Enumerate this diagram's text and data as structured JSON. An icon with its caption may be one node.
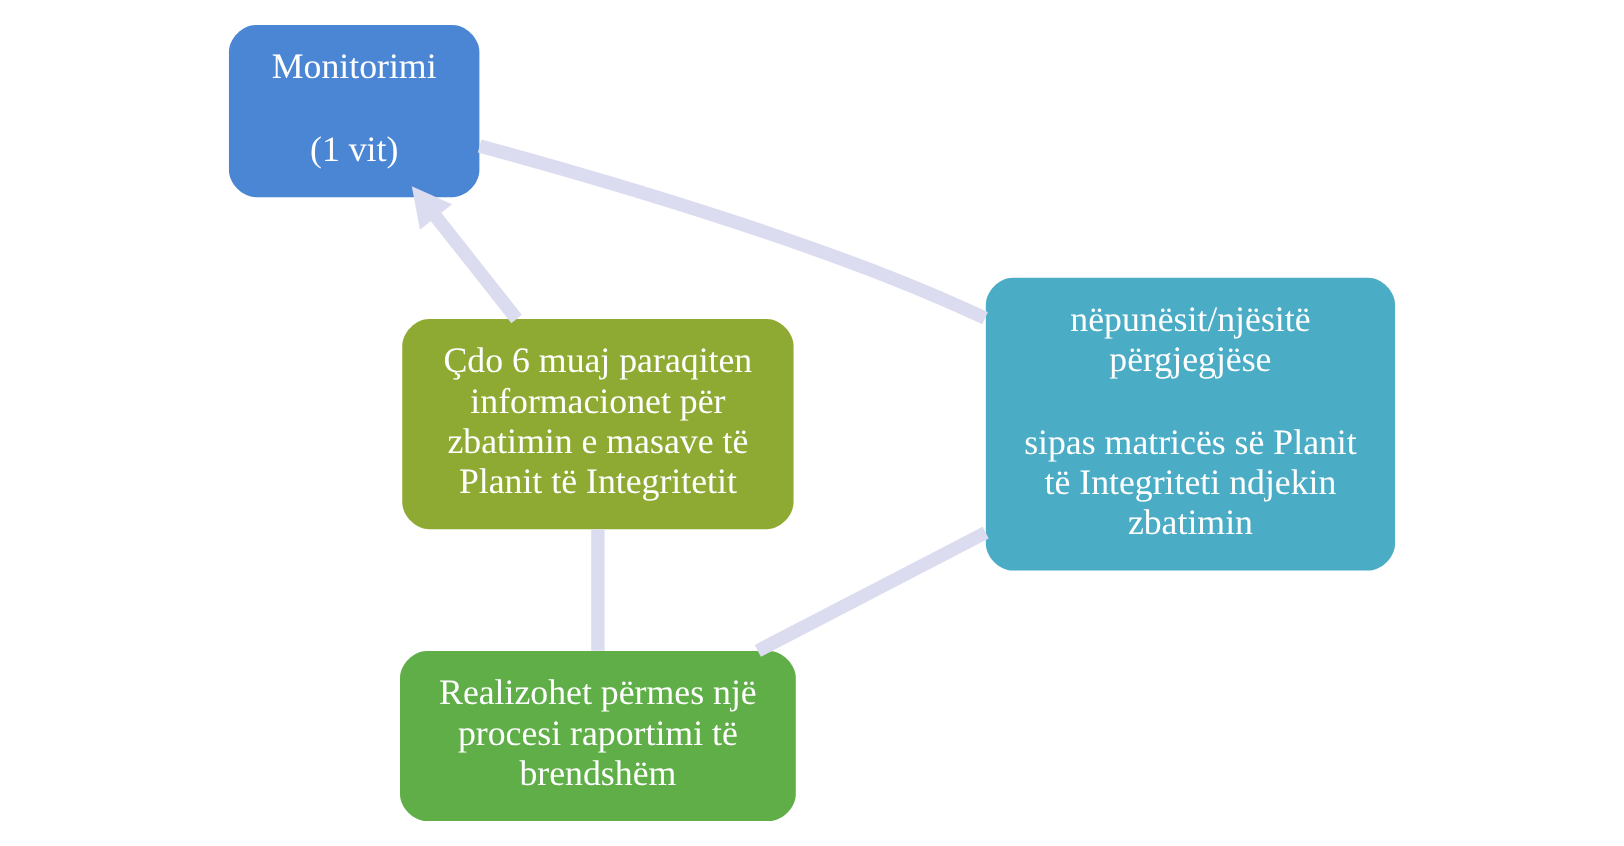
{
  "diagram": {
    "nodes": [
      {
        "text": [
          "Monitorimi",
          "(1 vit)"
        ]
      },
      {
        "text": [
          "nëpunësit/njësitë përgjegjëse",
          "sipas matricës së Planit të Integriteti ndjekin zbatimin"
        ]
      },
      {
        "text": [
          "Realizohet përmes një procesi raportimi të brendshëm"
        ]
      },
      {
        "text": [
          "Çdo 6 muaj paraqiten informacionet për zbatimin e masave të Planit të Integritetit"
        ]
      }
    ],
    "edges": [
      {
        "from": 0,
        "to": 1,
        "arrow": "none"
      },
      {
        "from": 1,
        "to": 2,
        "arrow": "none"
      },
      {
        "from": 2,
        "to": 3,
        "arrow": "none"
      },
      {
        "from": 3,
        "to": 0,
        "arrow": "to"
      }
    ]
  }
}
